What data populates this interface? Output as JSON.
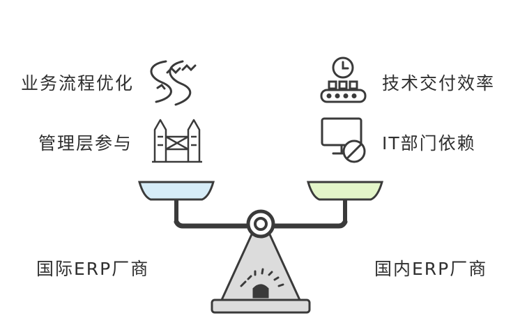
{
  "left": {
    "factors": [
      "业务流程优化",
      "管理层参与"
    ],
    "factor_icons": [
      "river-flow-icon",
      "castle-bridge-icon"
    ],
    "pan_color": "#d6ecf7",
    "title": "国际ERP厂商"
  },
  "right": {
    "factors": [
      "技术交付效率",
      "IT部门依赖"
    ],
    "factor_icons": [
      "clock-conveyor-icon",
      "monitor-blocked-icon"
    ],
    "pan_color": "#e3f5c9",
    "title": "国内ERP厂商"
  },
  "colors": {
    "stroke": "#3a3a3a",
    "base": "#dcdcdc"
  }
}
